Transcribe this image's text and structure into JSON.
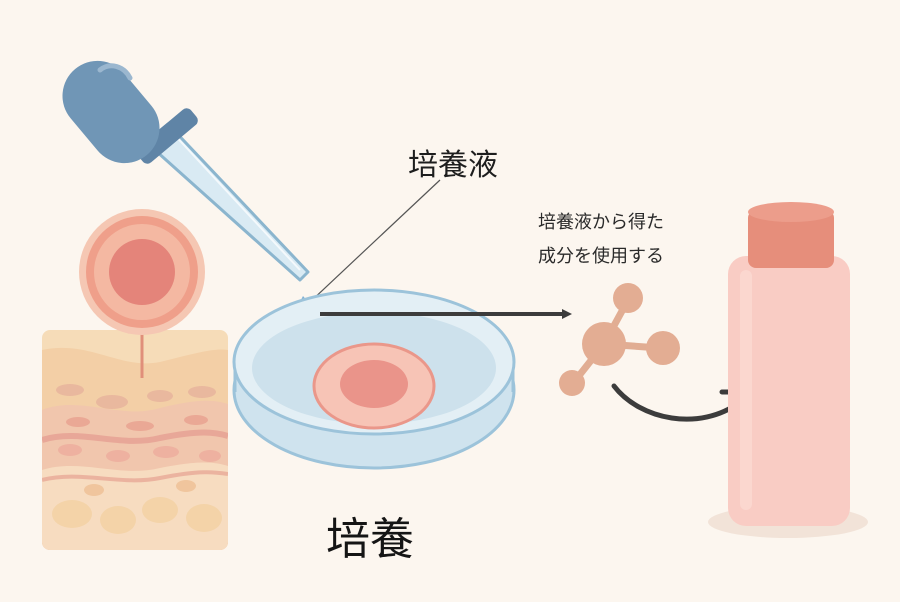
{
  "labels": {
    "culture_medium": "培養液",
    "ingredient_line1": "培養液から得た",
    "ingredient_line2": "成分を使用する",
    "culture": "培養"
  },
  "icons": {
    "dropper": "dropper-icon",
    "cell": "cell-icon",
    "skin": "skin-layers-icon",
    "petri_dish": "petri-dish-icon",
    "molecule": "molecule-icon",
    "bottle": "cosmetic-bottle-icon"
  },
  "colors": {
    "background": "#fcf6ef",
    "dropper_bulb": "#6e92b3",
    "dish": "#cfe3ee",
    "cell": "#ec9e8c",
    "molecule": "#e1ad93",
    "bottle": "#f9ccc4",
    "bottle_cap": "#e68e7b",
    "arrow": "#3c3c3c"
  }
}
